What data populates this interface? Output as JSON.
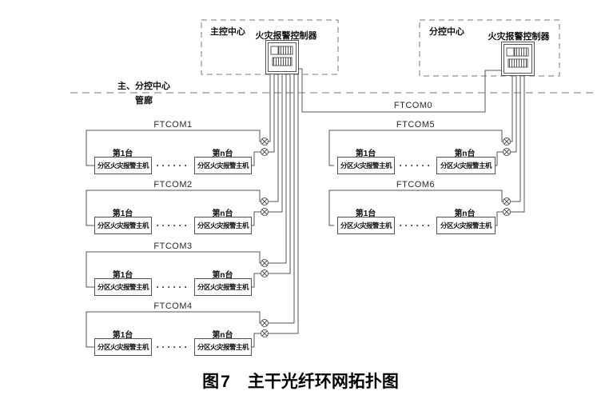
{
  "page": {
    "caption_prefix": "图7",
    "caption_title": "主干光纤环网拓扑图"
  },
  "centers": {
    "main_label": "主控中心",
    "main_controller": "火灾报警控制器",
    "sub_label": "分控中心",
    "sub_controller": "火灾报警控制器"
  },
  "boundary": {
    "top_label": "主、分控中心",
    "bottom_label": "管廊"
  },
  "trunk": {
    "label": "FTCOM0"
  },
  "groups": [
    {
      "id": "FTCOM1",
      "first": "第1台",
      "last": "第n台",
      "device_first": "分区火灾报警主机",
      "device_last": "分区火灾报警主机",
      "dots": "······"
    },
    {
      "id": "FTCOM2",
      "first": "第1台",
      "last": "第n台",
      "device_first": "分区火灾报警主机",
      "device_last": "分区火灾报警主机",
      "dots": "······"
    },
    {
      "id": "FTCOM3",
      "first": "第1台",
      "last": "第n台",
      "device_first": "分区火灾报警主机",
      "device_last": "分区火灾报警主机",
      "dots": "······"
    },
    {
      "id": "FTCOM4",
      "first": "第1台",
      "last": "第n台",
      "device_first": "分区火灾报警主机",
      "device_last": "分区火灾报警主机",
      "dots": "······"
    },
    {
      "id": "FTCOM5",
      "first": "第1台",
      "last": "第n台",
      "device_first": "分区火灾报警主机",
      "device_last": "分区火灾报警主机",
      "dots": "······"
    },
    {
      "id": "FTCOM6",
      "first": "第1台",
      "last": "第n台",
      "device_first": "分区火灾报警主机",
      "device_last": "分区火灾报警主机",
      "dots": "······"
    }
  ]
}
